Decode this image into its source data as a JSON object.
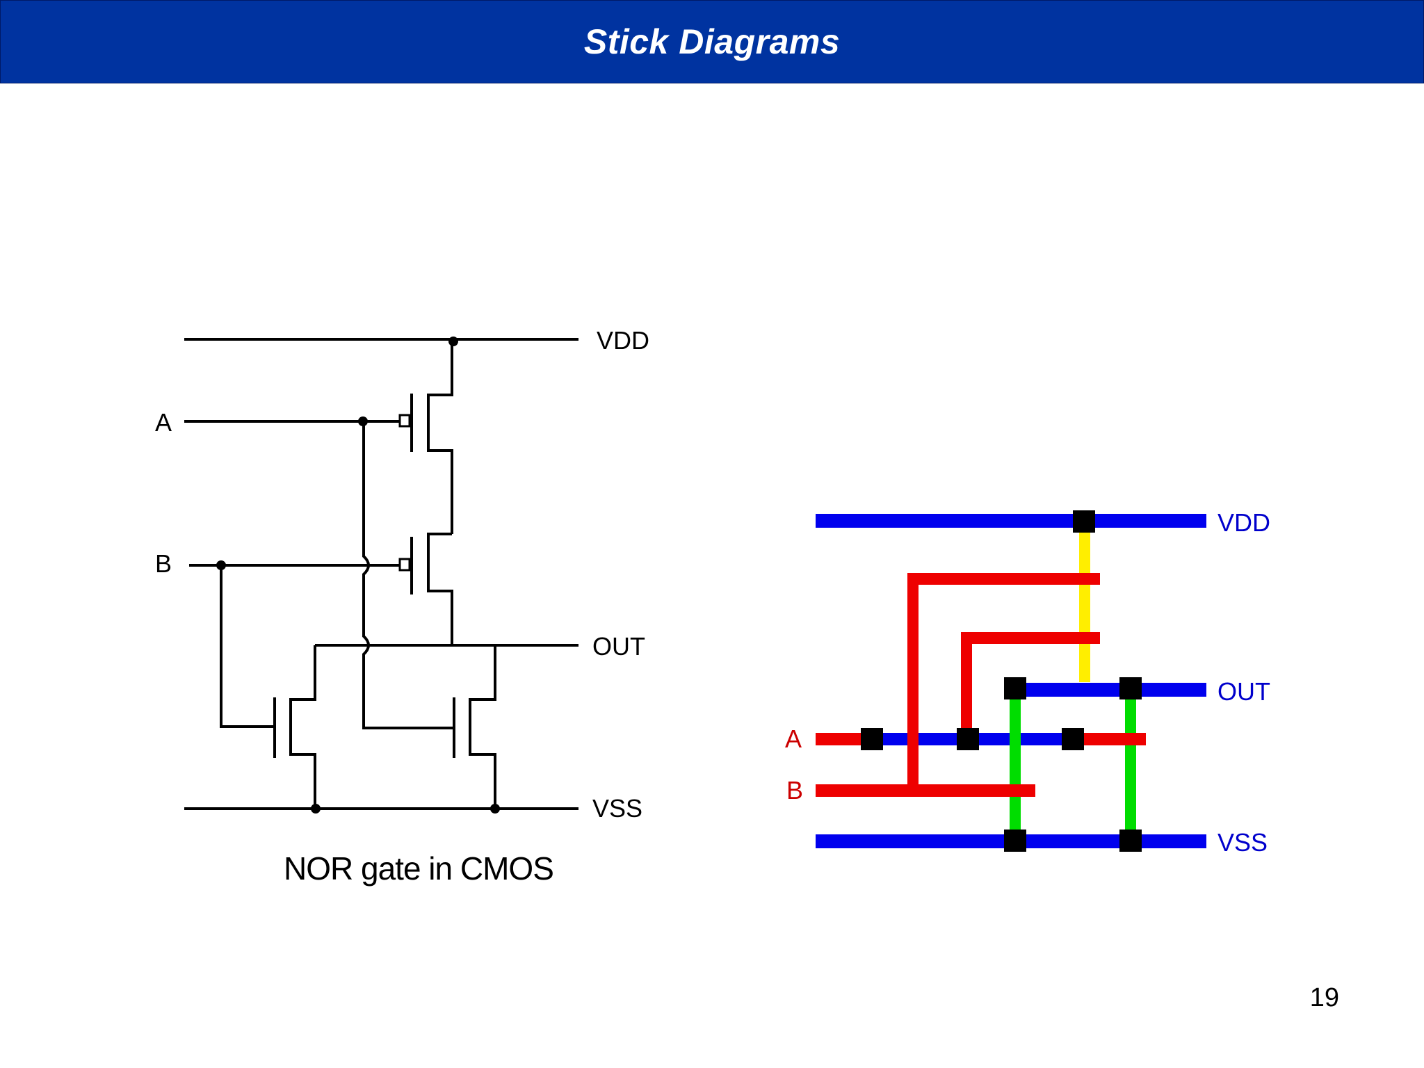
{
  "slide": {
    "title": "Stick Diagrams",
    "page_number": "19"
  },
  "schematic": {
    "labels": {
      "vdd": "VDD",
      "a": "A",
      "b": "B",
      "out": "OUT",
      "vss": "VSS"
    },
    "caption": "NOR gate in CMOS"
  },
  "stick": {
    "labels": {
      "vdd": "VDD",
      "out": "OUT",
      "a": "A",
      "b": "B",
      "vss": "VSS"
    },
    "colors": {
      "metal": "#0000ee",
      "poly": "#ee0000",
      "diffusion": "#00dd00",
      "p_diffusion": "#ffee00",
      "contact": "#000000",
      "input_label": "#cc0000",
      "rail_label": "#0000cc"
    }
  },
  "colors": {
    "title_bar": "#0033a0",
    "title_text": "#ffffff"
  }
}
